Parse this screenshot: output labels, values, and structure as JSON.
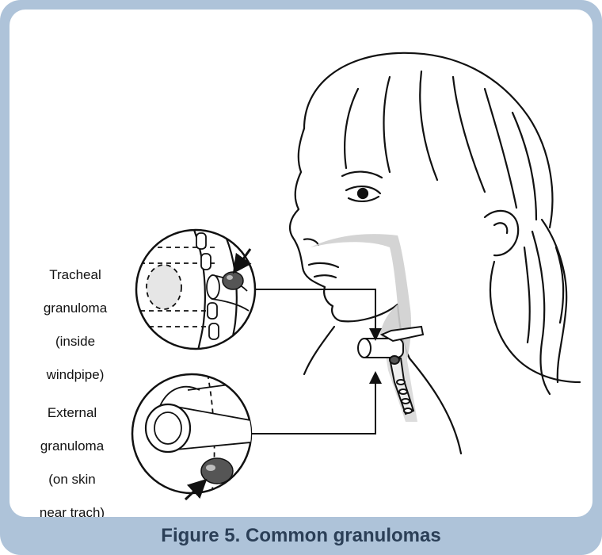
{
  "labels": {
    "tracheal": {
      "line1": "Tracheal",
      "line2": "granuloma",
      "line3": "(inside",
      "line4": "windpipe)"
    },
    "external": {
      "line1": "External",
      "line2": "granuloma",
      "line3": "(on skin",
      "line4": "near trach)"
    }
  },
  "caption": "Figure 5. Common granulomas",
  "colors": {
    "frame": "#aec3d9",
    "caption_text": "#2b3f57",
    "line": "#111111",
    "tissue_gray": "#c9c9c9",
    "granuloma_gray": "#555555"
  },
  "icons": {
    "arrows": "pointer-arrow-icon"
  }
}
